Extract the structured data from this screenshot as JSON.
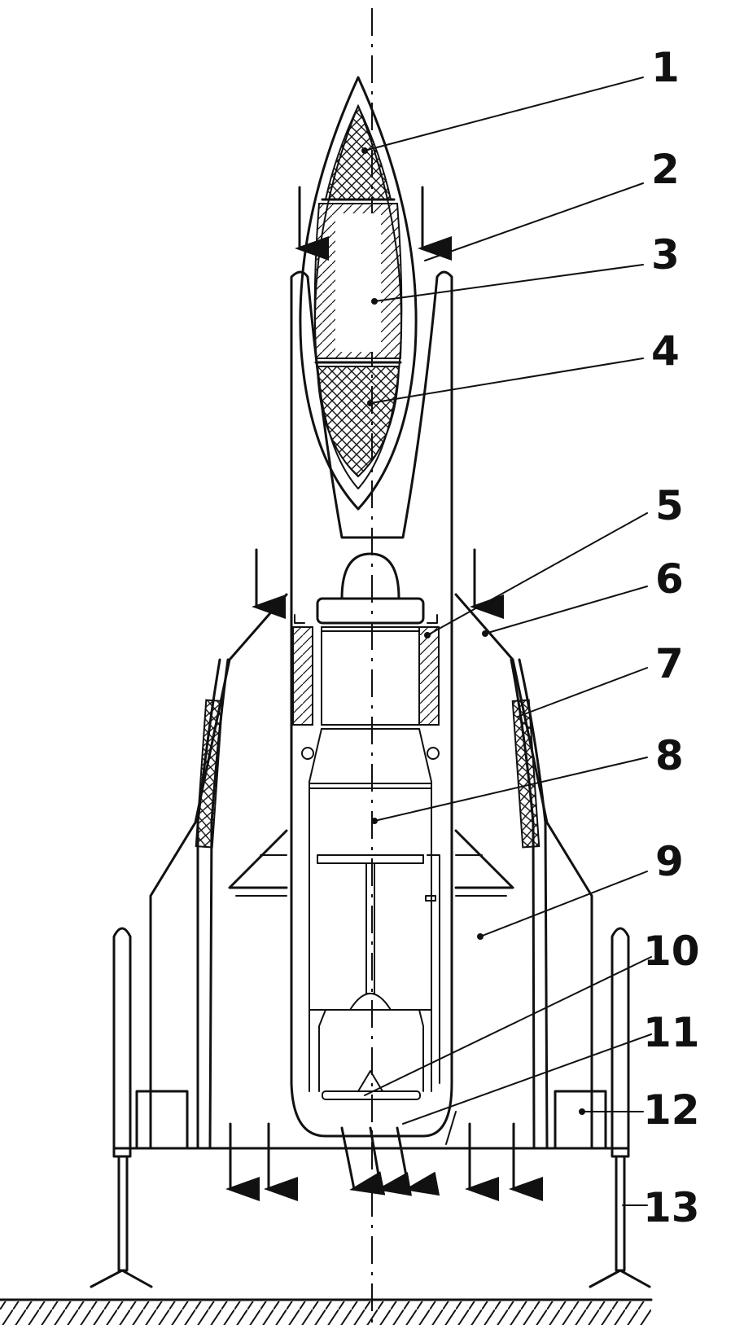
{
  "callouts": [
    {
      "id": "1",
      "text": "1"
    },
    {
      "id": "2",
      "text": "2"
    },
    {
      "id": "3",
      "text": "3"
    },
    {
      "id": "4",
      "text": "4"
    },
    {
      "id": "5",
      "text": "5"
    },
    {
      "id": "6",
      "text": "6"
    },
    {
      "id": "7",
      "text": "7"
    },
    {
      "id": "8",
      "text": "8"
    },
    {
      "id": "9",
      "text": "9"
    },
    {
      "id": "10",
      "text": "10"
    },
    {
      "id": "11",
      "text": "11"
    },
    {
      "id": "12",
      "text": "12"
    },
    {
      "id": "13",
      "text": "13"
    }
  ],
  "colors": {
    "ink": "#111111",
    "background": "#ffffff"
  }
}
